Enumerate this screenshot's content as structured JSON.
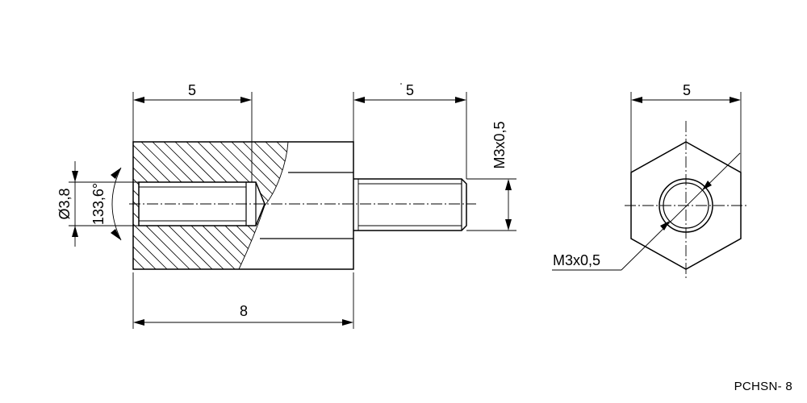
{
  "dimensions": {
    "body_length": "5",
    "stud_length": "5",
    "total_length": "8",
    "hex_width": "5",
    "bore_diameter": "Ø3,8",
    "drill_angle": "133,6°",
    "thread_side": "M3x0,5",
    "thread_end": "M3x0,5"
  },
  "part_code": "PCHSN- 8"
}
